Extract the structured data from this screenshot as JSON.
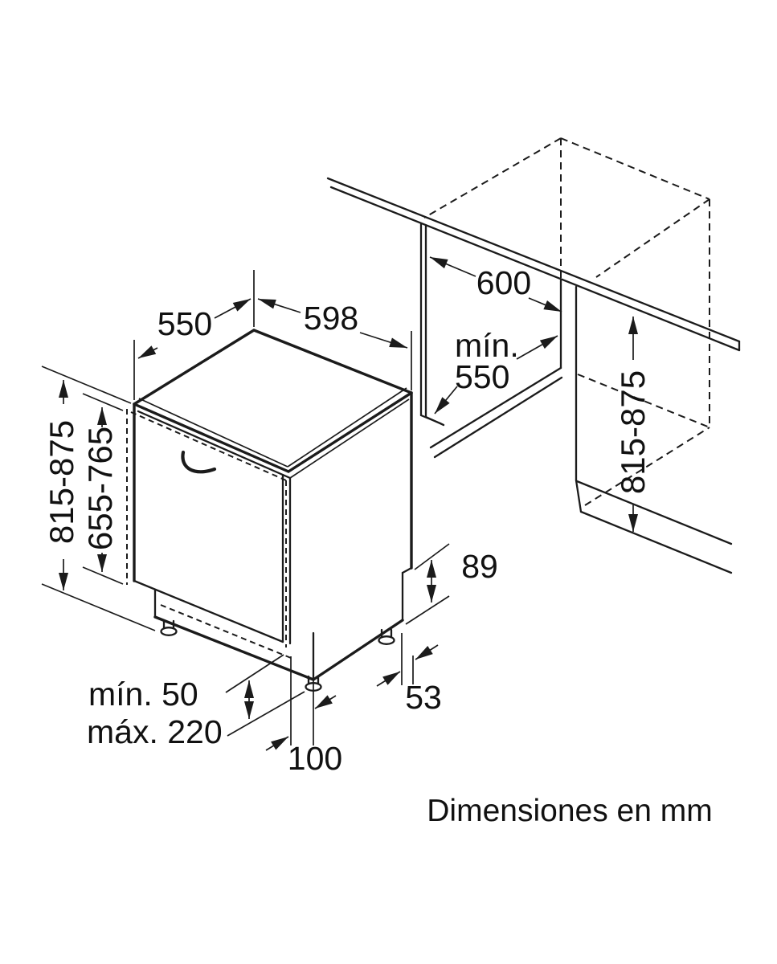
{
  "diagram": {
    "caption": "Dimensiones en mm",
    "appliance": {
      "depth": "550",
      "width": "598",
      "height_range": "815-875",
      "door_height_range": "655-765",
      "plinth_recess_height": "89",
      "plinth_recess_depth": "53",
      "base_depth": "100",
      "plinth_clearance_min": "mín. 50",
      "plinth_clearance_max": "máx. 220"
    },
    "niche": {
      "width": "600",
      "depth_label": "mín.",
      "depth_value": "550",
      "height_range": "815-875"
    }
  }
}
